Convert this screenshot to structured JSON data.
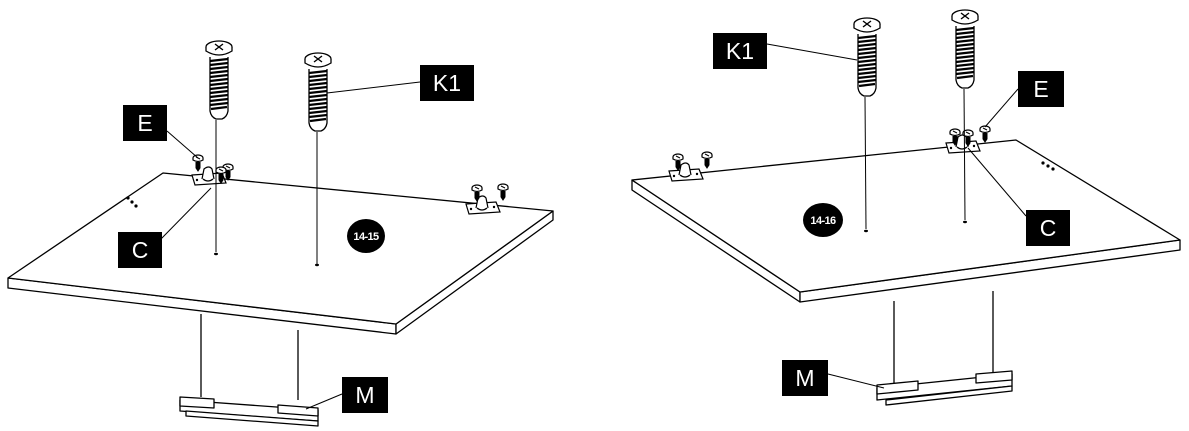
{
  "panels": [
    {
      "labels": {
        "e": "E",
        "k1": "K1",
        "c": "C",
        "m": "M"
      },
      "step_badge": "14-15"
    },
    {
      "labels": {
        "e": "E",
        "k1": "K1",
        "c": "C",
        "m": "M"
      },
      "step_badge": "14-16"
    }
  ],
  "icons": {
    "screw": "long-screw-icon",
    "small_screw": "small-screw-icon",
    "cam": "cam-fitting-icon",
    "foot": "foot-rail-icon"
  }
}
